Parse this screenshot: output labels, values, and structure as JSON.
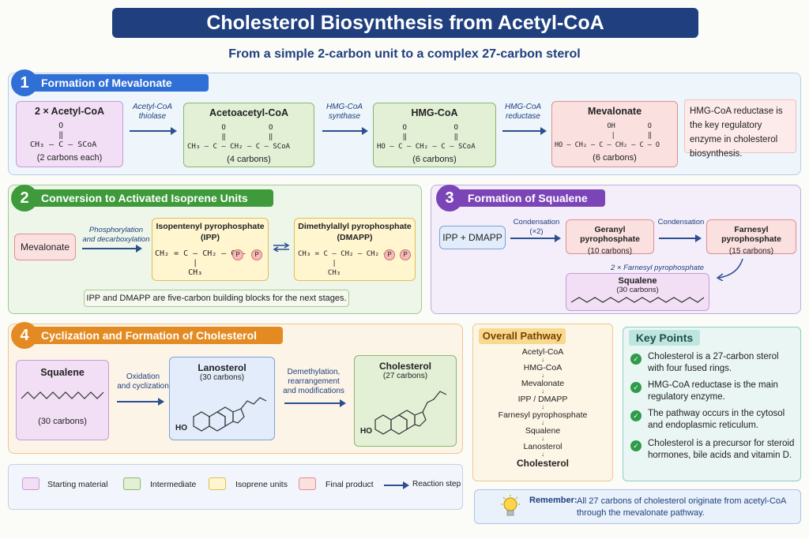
{
  "title": "Cholesterol Biosynthesis from Acetyl-CoA",
  "subtitle": "From a simple 2-carbon unit to a complex 27-carbon sterol",
  "colors": {
    "navy": "#1f3f7e",
    "blue": "#2f6fd6",
    "green": "#3e9a3a",
    "purple": "#7b45b8",
    "orange": "#e38b22"
  },
  "sections": [
    {
      "number": "1",
      "title": "Formation of Mevalonate"
    },
    {
      "number": "2",
      "title": "Conversion to Activated Isoprene Units"
    },
    {
      "number": "3",
      "title": "Formation of Squalene"
    },
    {
      "number": "4",
      "title": "Cyclization and Formation of Cholesterol"
    }
  ],
  "s1": {
    "acetyl": {
      "name": "2 × Acetyl-CoA",
      "formula": "      O\n      ‖\nCH₃ — C — SCoA",
      "carbons": "(2 carbons each)"
    },
    "enzyme1": "Acetyl-CoA\nthiolase",
    "acetoacetyl": {
      "name": "Acetoacetyl-CoA",
      "formula": "        O          O\n        ‖          ‖\nCH₃ — C — CH₂ — C — SCoA",
      "carbons": "(4 carbons)"
    },
    "enzyme2": "HMG-CoA\nsynthase",
    "hmg": {
      "name": "HMG-CoA",
      "formula": "      O           O\n      ‖           ‖\nHO — C — CH₂ — C — SCoA",
      "carbons": "(6 carbons)"
    },
    "enzyme3": "HMG-CoA\nreductase",
    "mevalonate": {
      "name": "Mevalonate",
      "formula": "             OH        O\n              |        ‖\nHO — CH₂ — C — CH₂ — C — O",
      "carbons": "(6 carbons)"
    },
    "note": "HMG-CoA reductase is the key regulatory enzyme in cholesterol biosynthesis."
  },
  "s2": {
    "mevalonate": "Mevalonate",
    "enzyme": "Phosphorylation\nand decarboxylation",
    "ipp": {
      "name": "Isopentenyl pyrophosphate\n(IPP)",
      "formula": "CH₂ = C — CH₂ — O —",
      "sub": "        |\n       CH₃"
    },
    "dmapp": {
      "name": "Dimethylallyl pyrophosphate\n(DMAPP)",
      "formula": "CH₃ = C — CH₂ — CH₂ —",
      "sub": "        |\n       CH₃"
    },
    "p": "P",
    "note": "IPP and DMAPP are five-carbon building blocks for the next stages."
  },
  "s3": {
    "start": "IPP + DMAPP",
    "cond1": "Condensation\n(×2)",
    "gpp": {
      "name": "Geranyl pyrophosphate",
      "carbons": "(10 carbons)"
    },
    "cond2": "Condensation",
    "fpp": {
      "name": "Farnesyl pyrophosphate",
      "carbons": "(15 carbons)"
    },
    "link": "2 × Farnesyl pyrophosphate",
    "squalene": {
      "name": "Squalene",
      "carbons": "(30 carbons)"
    }
  },
  "s4": {
    "squalene": {
      "name": "Squalene",
      "carbons": "(30 carbons)"
    },
    "step1": "Oxidation\nand cyclization",
    "lanosterol": {
      "name": "Lanosterol",
      "carbons": "(30 carbons)",
      "ho": "HO"
    },
    "step2": "Demethylation,\nrearrangement\nand modifications",
    "cholesterol": {
      "name": "Cholesterol",
      "carbons": "(27 carbons)",
      "ho": "HO"
    }
  },
  "overall": {
    "title": "Overall Pathway",
    "steps": [
      "Acetyl-CoA",
      "HMG-CoA",
      "Mevalonate",
      "IPP / DMAPP",
      "Farnesyl pyrophosphate",
      "Squalene",
      "Lanosterol",
      "Cholesterol"
    ]
  },
  "keypoints": {
    "title": "Key Points",
    "items": [
      "Cholesterol is a 27-carbon sterol with four fused rings.",
      "HMG-CoA reductase is the main regulatory enzyme.",
      "The pathway occurs in the cytosol and endoplasmic reticulum.",
      "Cholesterol is a precursor for steroid hormones, bile acids and vitamin D."
    ]
  },
  "legend": [
    {
      "label": "Starting material",
      "color": "#f2dff5",
      "border": "#c89bd3"
    },
    {
      "label": "Intermediate",
      "color": "#e3f0d6",
      "border": "#88b86c"
    },
    {
      "label": "Isoprene units",
      "color": "#fff5cf",
      "border": "#e0bf52"
    },
    {
      "label": "Final product",
      "color": "#fbe0e0",
      "border": "#e08f8f"
    }
  ],
  "legend_arrow": "Reaction step",
  "remember": {
    "label": "Remember:",
    "text": "All 27 carbons of cholesterol originate from acetyl-CoA through the mevalonate pathway.",
    "icon": "lightbulb-icon"
  }
}
